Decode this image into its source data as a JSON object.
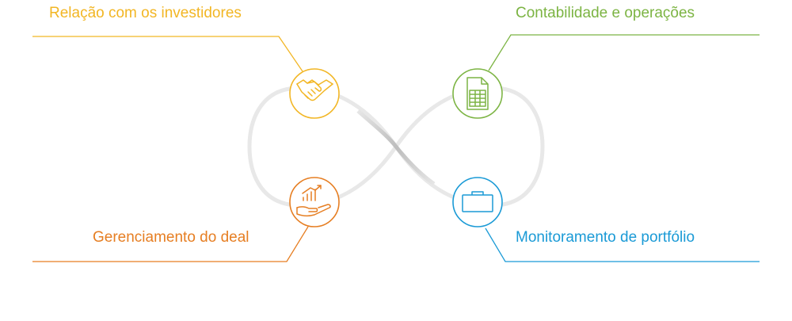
{
  "diagram": {
    "items": [
      {
        "id": "investor-relations",
        "label": "Relação com os investidores",
        "color": "#f2b624",
        "icon": "handshake-icon"
      },
      {
        "id": "accounting-operations",
        "label": "Contabilidade e operações",
        "color": "#7cb443",
        "icon": "spreadsheet-icon"
      },
      {
        "id": "deal-management",
        "label": "Gerenciamento do deal",
        "color": "#e67e22",
        "icon": "hand-chart-icon"
      },
      {
        "id": "portfolio-monitoring",
        "label": "Monitoramento de portfólio",
        "color": "#1a9ad6",
        "icon": "briefcase-icon"
      }
    ],
    "loop_color": "#e8e8e8"
  }
}
